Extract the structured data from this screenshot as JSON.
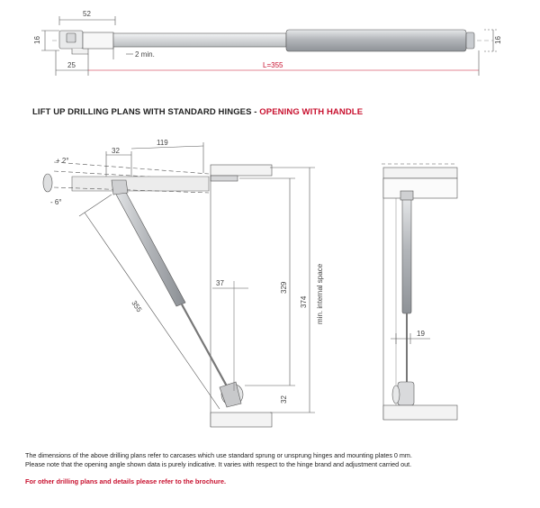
{
  "top_drawing": {
    "dims": {
      "width_52": "52",
      "height_16_left": "16",
      "gap_2min": "2 min.",
      "length_25": "25",
      "length_total": "L=355",
      "height_16_right": "16"
    }
  },
  "section": {
    "title_main": "LIFT UP DRILLING PLANS WITH STANDARD HINGES - ",
    "title_accent": "OPENING WITH HANDLE"
  },
  "side_drawing": {
    "dims": {
      "angle_plus": "+ 2°",
      "angle_minus": "- 6°",
      "width_32": "32",
      "width_119": "119",
      "offset_37": "37",
      "length_355": "355",
      "height_329": "329",
      "height_374": "374",
      "bottom_32": "32",
      "internal_space": "min. internal space"
    }
  },
  "front_drawing": {
    "dims": {
      "offset_19": "19"
    }
  },
  "notes": {
    "line1": "The dimensions of the above drilling plans refer to carcases which use standard sprung or unsprung hinges and mounting plates 0 mm.",
    "line2": "Please note that the opening angle shown data is purely indicative. It varies with respect to the hinge brand and adjustment carried out.",
    "brochure": "For other drilling plans and details please refer to the brochure."
  },
  "colors": {
    "accent": "#c8102e",
    "line": "#444444",
    "metal": "#b9bcc0"
  }
}
